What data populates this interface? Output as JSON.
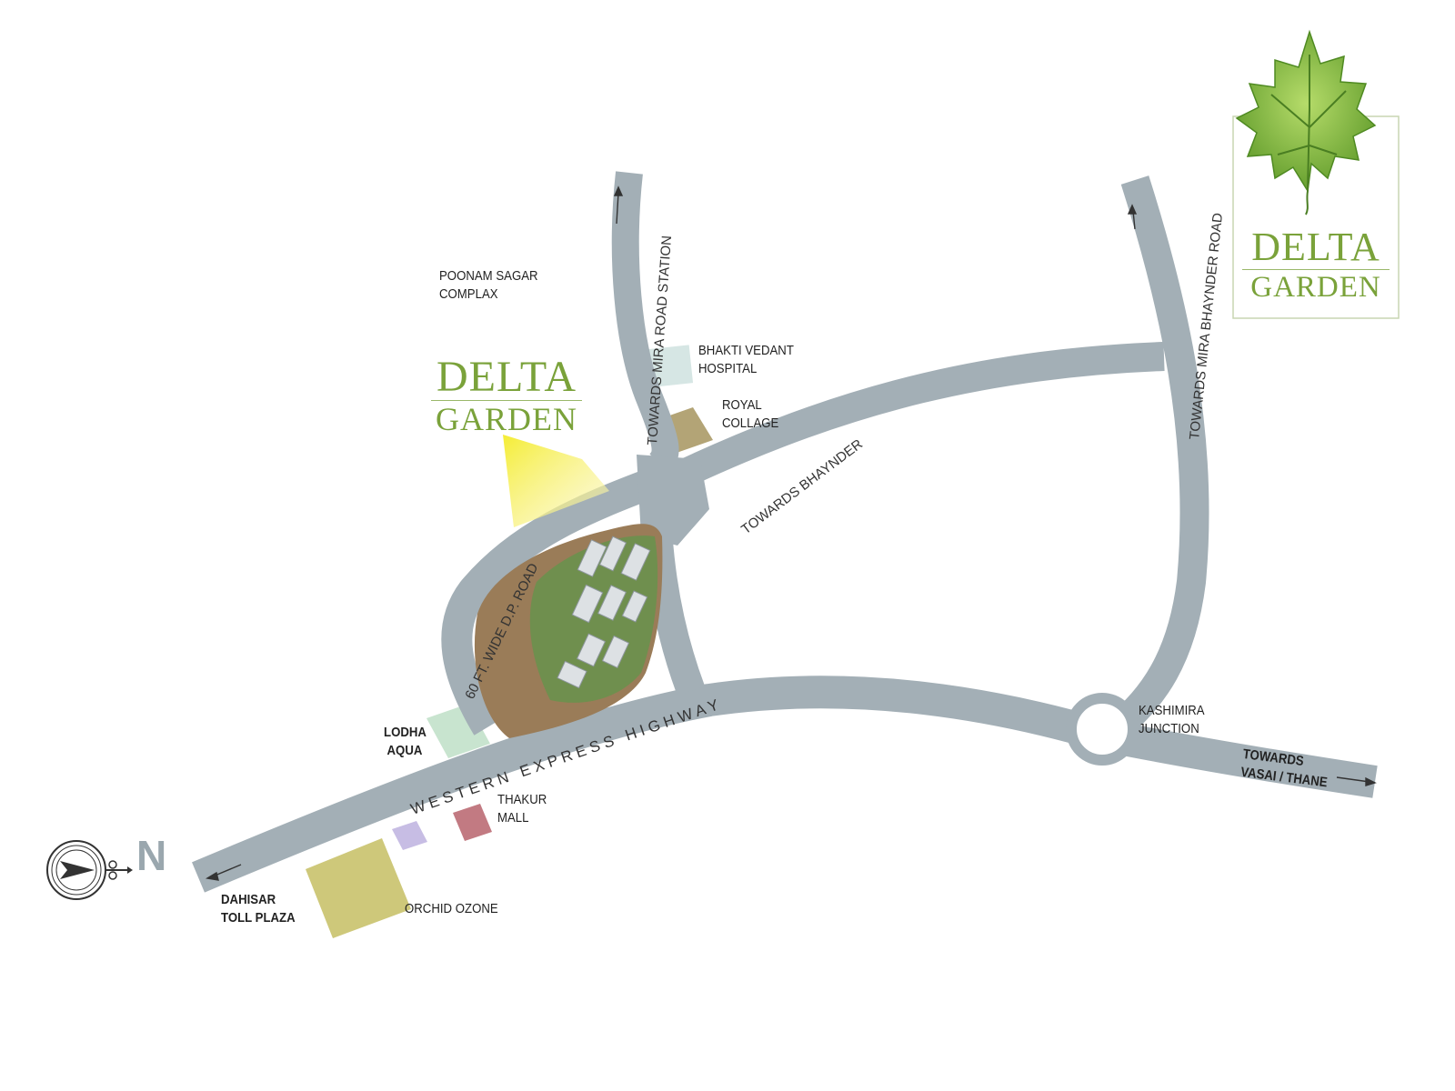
{
  "roads": {
    "western_express_highway": "W E S T E R N   E X P R E S S   H I G H W A Y",
    "dp_road": "60 FT. WIDE D.P. ROAD",
    "towards_mira_road_station": "TOWARDS MIRA ROAD STATION",
    "towards_bhaynder": "TOWARDS BHAYNDER",
    "towards_mira_bhaynder_road": "TOWARDS MIRA BHAYNDER ROAD"
  },
  "landmarks": {
    "poonam_sagar": [
      "POONAM SAGAR",
      "COMPLAX"
    ],
    "bhakti_vedant": [
      "BHAKTI VEDANT",
      "HOSPITAL"
    ],
    "royal_collage": [
      "ROYAL",
      "COLLAGE"
    ],
    "lodha_aqua": [
      "LODHA",
      "AQUA"
    ],
    "thakur_mall": [
      "THAKUR",
      "MALL"
    ],
    "orchid_ozone": "ORCHID OZONE",
    "dahisar_toll": [
      "DAHISAR",
      "TOLL PLAZA"
    ],
    "kashimira": [
      "KASHIMIRA",
      "JUNCTION"
    ],
    "towards_vasai": [
      "TOWARDS",
      "VASAI / THANE"
    ]
  },
  "brand": {
    "line1": "DELTA",
    "line2": "GARDEN"
  },
  "compass": {
    "direction": "N"
  },
  "icons": {
    "compass": "compass-rose-icon",
    "logo": "grape-leaf-icon",
    "arrows": "road-direction-arrow-icon"
  },
  "colors": {
    "road": "#a3afb6",
    "site_land": "#9a7c58",
    "site_vegetation": "#6f8f4e",
    "highlight": "#f2ea3a",
    "brand_green": "#7aa23a",
    "bhakti_vedant": "#d6e6e4",
    "royal_collage": "#b3a476",
    "lodha_aqua": "#c8e4cf",
    "thakur_mall": "#c27a82",
    "purple_block": "#c7bde4",
    "orchid_ozone": "#cec87a"
  }
}
